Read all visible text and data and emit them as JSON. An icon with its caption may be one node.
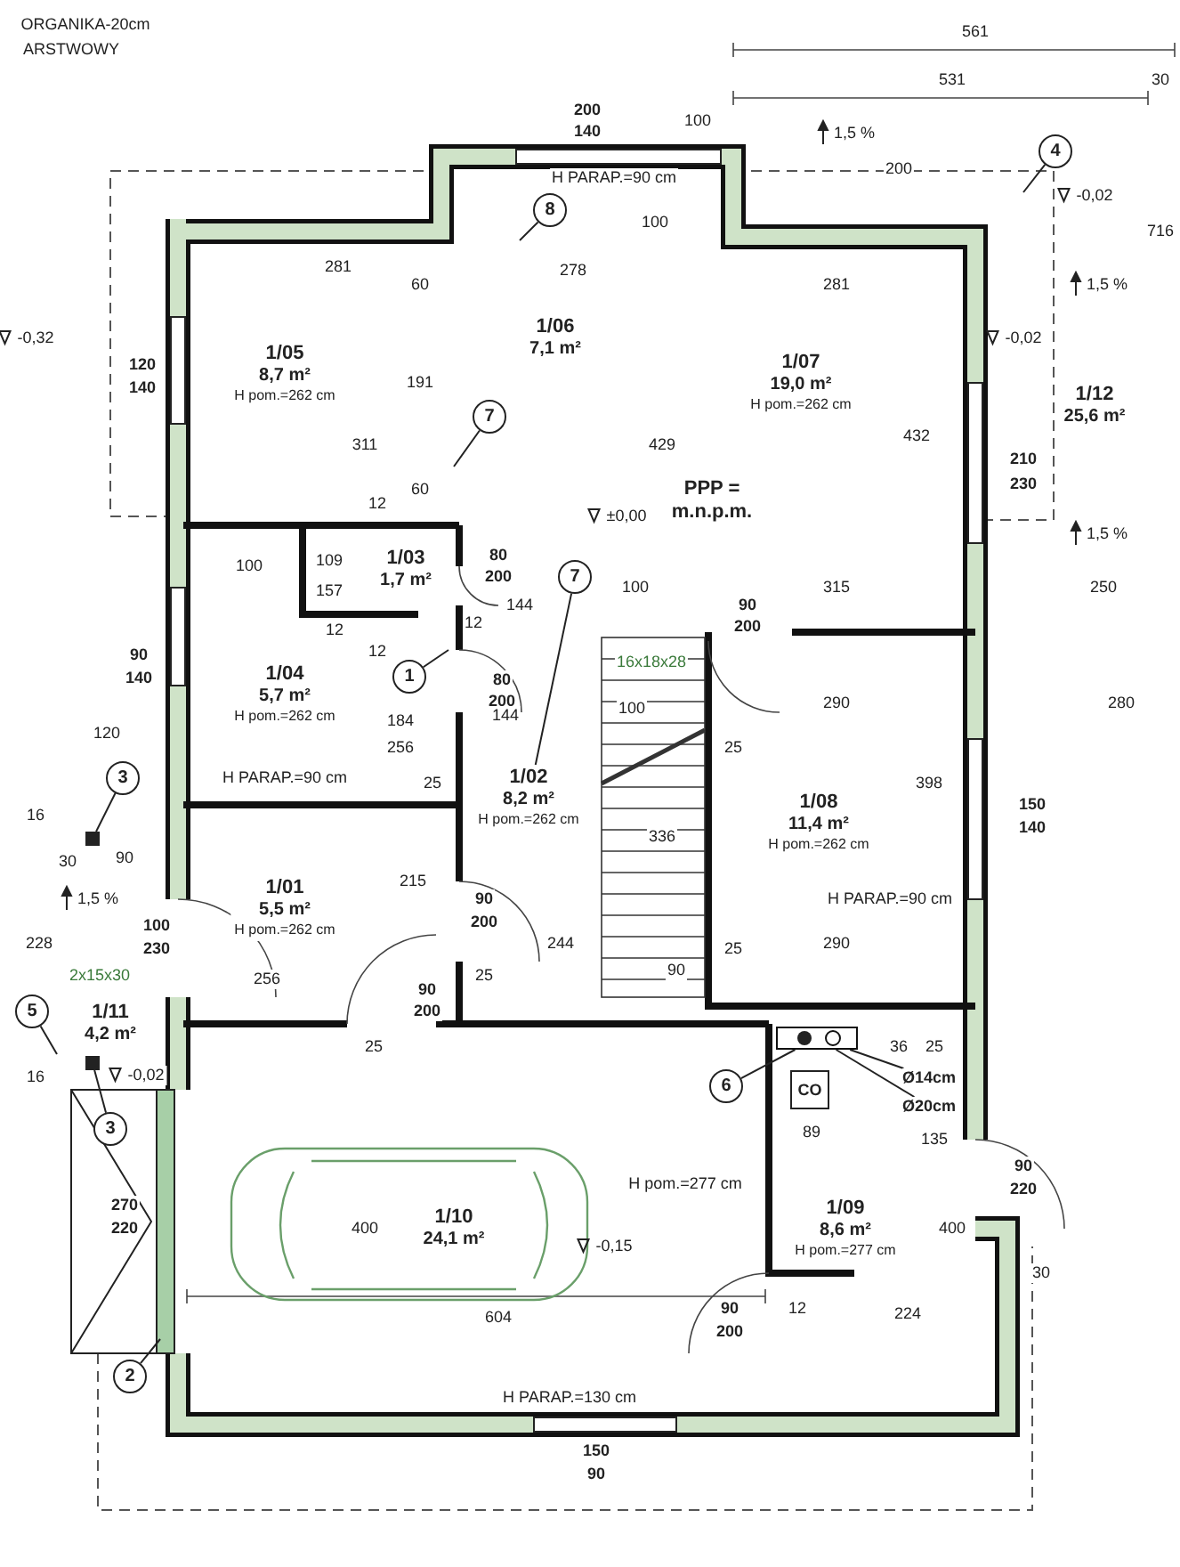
{
  "diagram": {
    "nodes": [
      {
        "text": [
          "1/01",
          "5,5 m²",
          "H pom.=262 cm"
        ]
      },
      {
        "text": [
          "1/02",
          "8,2 m²",
          "H pom.=262 cm"
        ]
      },
      {
        "text": [
          "1/03",
          "1,7 m²"
        ]
      },
      {
        "text": [
          "1/04",
          "5,7 m²",
          "H pom.=262 cm"
        ]
      },
      {
        "text": [
          "1/05",
          "8,7 m²",
          "H pom.=262 cm"
        ]
      },
      {
        "text": [
          "1/06",
          "7,1 m²"
        ]
      },
      {
        "text": [
          "1/07",
          "19,0 m²",
          "H pom.=262 cm"
        ]
      },
      {
        "text": [
          "1/08",
          "11,4 m²",
          "H pom.=262 cm"
        ]
      },
      {
        "text": [
          "1/09",
          "8,6 m²",
          "H pom.=277 cm"
        ]
      },
      {
        "text": [
          "1/10",
          "24,1 m²"
        ]
      },
      {
        "text": [
          "1/11",
          "4,2 m²"
        ]
      },
      {
        "text": [
          "1/12",
          "25,6 m²"
        ]
      },
      {
        "text": [
          "CO"
        ]
      },
      {
        "text": [
          "8"
        ]
      },
      {
        "text": [
          "7"
        ]
      },
      {
        "text": [
          "7"
        ]
      },
      {
        "text": [
          "1"
        ]
      },
      {
        "text": [
          "3"
        ]
      },
      {
        "text": [
          "5"
        ]
      },
      {
        "text": [
          "3"
        ]
      },
      {
        "text": [
          "2"
        ]
      },
      {
        "text": [
          "4"
        ]
      },
      {
        "text": [
          "6"
        ]
      },
      {
        "text": [
          "Ø14cm"
        ]
      },
      {
        "text": [
          "Ø20cm"
        ]
      },
      {
        "text": [],
        "shape": "box"
      },
      {
        "text": [],
        "shape": "box"
      },
      {
        "text": [],
        "shape": "box"
      }
    ],
    "edges": [
      {
        "from": 13,
        "to": null,
        "arrow": "none"
      },
      {
        "from": 14,
        "to": null,
        "arrow": "none"
      },
      {
        "from": 15,
        "to": 1,
        "arrow": "none"
      },
      {
        "from": 16,
        "to": null,
        "arrow": "none"
      },
      {
        "from": 17,
        "to": 26,
        "arrow": "none"
      },
      {
        "from": 18,
        "to": null,
        "arrow": "none"
      },
      {
        "from": 19,
        "to": 27,
        "arrow": "none"
      },
      {
        "from": 20,
        "to": null,
        "arrow": "none"
      },
      {
        "from": 21,
        "to": null,
        "arrow": "none"
      },
      {
        "from": 22,
        "to": 25,
        "arrow": "none"
      },
      {
        "from": 23,
        "to": 25,
        "arrow": "none"
      },
      {
        "from": 24,
        "to": 25,
        "arrow": "none"
      }
    ],
    "labels": [
      "ORGANIKA-20cm",
      "ARSTWOWY",
      "561",
      "531",
      "30",
      "200",
      "140",
      "100",
      "1,5 %",
      "200",
      "-0,02",
      "H PARAP.=90 cm",
      "100",
      "716",
      "281",
      "60",
      "278",
      "281",
      "1,5 %",
      "-0,32",
      "-0,02",
      "120",
      "140",
      "191",
      "432",
      "311",
      "429",
      "210",
      "230",
      "PPP =",
      "60",
      "12",
      "m.n.p.m.",
      "±0,00",
      "1,5 %",
      "80",
      "109",
      "100",
      "200",
      "250",
      "100",
      "315",
      "157",
      "90",
      "144",
      "12",
      "12",
      "200",
      "12",
      "90",
      "16x18x28",
      "140",
      "80",
      "200",
      "290",
      "280",
      "100",
      "144",
      "184",
      "120",
      "25",
      "256",
      "H PARAP.=90 cm",
      "25",
      "398",
      "150",
      "140",
      "16",
      "336",
      "30",
      "90",
      "215",
      "90",
      "H PARAP.=90 cm",
      "1,5 %",
      "200",
      "100",
      "290",
      "25",
      "228",
      "244",
      "230",
      "90",
      "2x15x30",
      "25",
      "256",
      "90",
      "200",
      "25",
      "36",
      "25",
      "-0,02",
      "16",
      "89",
      "135",
      "90",
      "H pom.=277 cm",
      "220",
      "270",
      "400",
      "220",
      "400",
      "-0,15",
      "30",
      "90",
      "12",
      "224",
      "604",
      "200",
      "H PARAP.=130 cm",
      "150",
      "90"
    ]
  }
}
